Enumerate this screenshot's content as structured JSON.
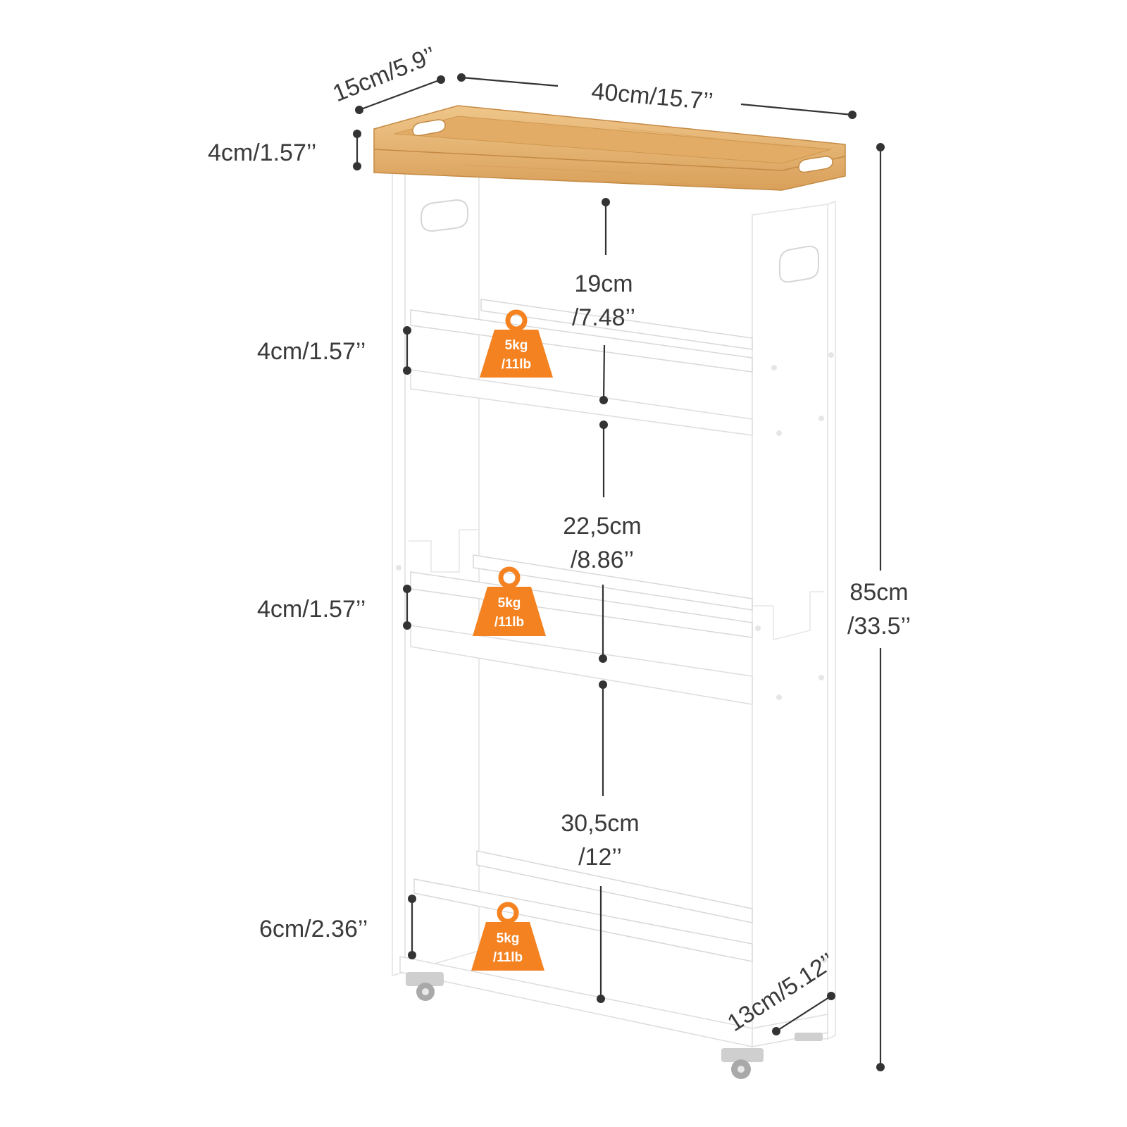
{
  "dimensions": {
    "depth_top": "15cm/5.9’’",
    "width": "40cm/15.7’’",
    "tray_height": "4cm/1.57’’",
    "gap1_cm": "19cm",
    "gap1_in": "/7.48’’",
    "rail1_height": "4cm/1.57’’",
    "gap2_cm": "22,5cm",
    "gap2_in": "/8.86’’",
    "rail2_height": "4cm/1.57’’",
    "gap3_cm": "30,5cm",
    "gap3_in": "/12’’",
    "rail3_height": "6cm/2.36’’",
    "total_height_cm": "85cm",
    "total_height_in": "/33.5’’",
    "depth_bottom": "13cm/5.12’’"
  },
  "load_badges": [
    {
      "kg": "5kg",
      "lb": "/11lb"
    },
    {
      "kg": "5kg",
      "lb": "/11lb"
    },
    {
      "kg": "5kg",
      "lb": "/11lb"
    }
  ],
  "colors": {
    "bamboo": "#E7B872",
    "bamboo_dark": "#C98F42",
    "badge_orange": "#F58220",
    "body_white": "#FFFFFF",
    "dimension_ink": "#333333"
  }
}
